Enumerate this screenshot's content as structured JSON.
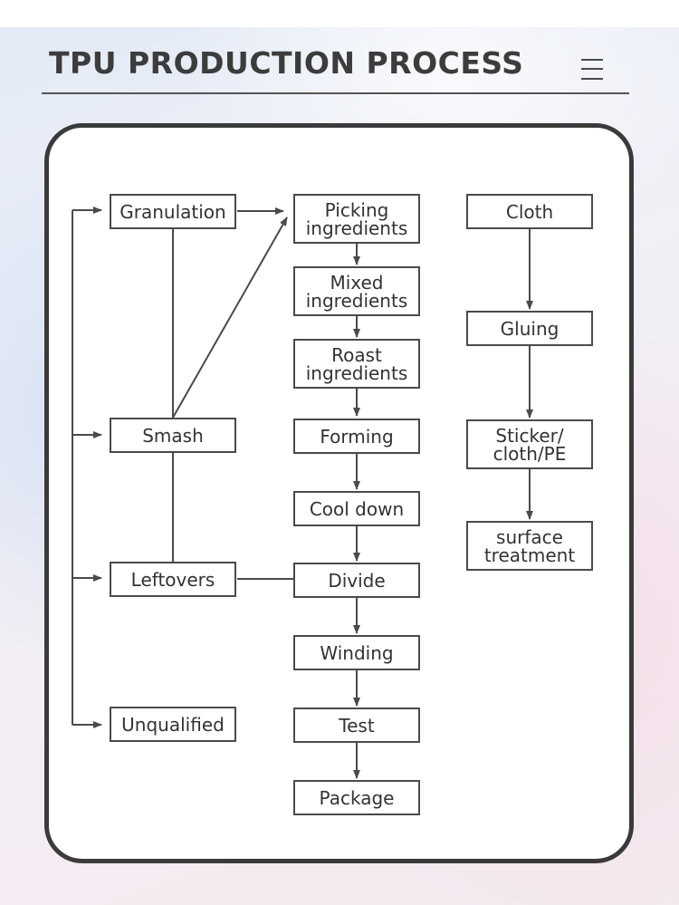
{
  "header": {
    "title": "TPU PRODUCTION PROCESS",
    "menu_icon": "hamburger-menu-icon"
  },
  "diagram": {
    "left": {
      "granulation": "Granulation",
      "smash": "Smash",
      "leftovers": "Leftovers",
      "unqualified": "Unqualified"
    },
    "middle": {
      "picking": "Picking\ningredients",
      "mixed": "Mixed\ningredients",
      "roast": "Roast\ningredients",
      "forming": "Forming",
      "cool_down": "Cool down",
      "divide": "Divide",
      "winding": "Winding",
      "test": "Test",
      "package": "Package"
    },
    "right": {
      "cloth": "Cloth",
      "gluing": "Gluing",
      "sticker": "Sticker/\ncloth/PE",
      "surface": "surface\ntreatment"
    },
    "colors": {
      "stroke": "#4a4a4a",
      "text": "#333333",
      "title": "#3c3c3c"
    }
  }
}
